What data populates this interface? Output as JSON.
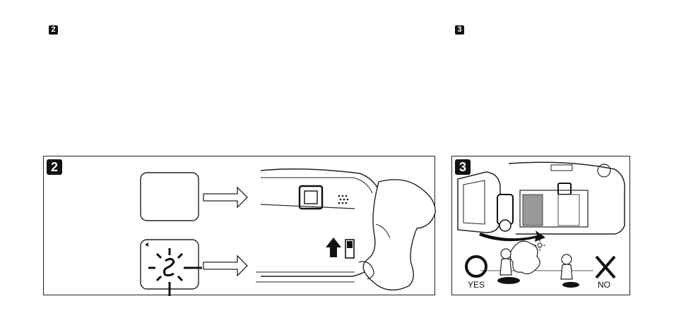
{
  "headings": {
    "step2": "2",
    "step3": "3"
  },
  "panel_step2": {
    "badge": "2"
  },
  "panel_step3": {
    "badge": "3",
    "yes_label": "YES",
    "no_label": "NO"
  }
}
